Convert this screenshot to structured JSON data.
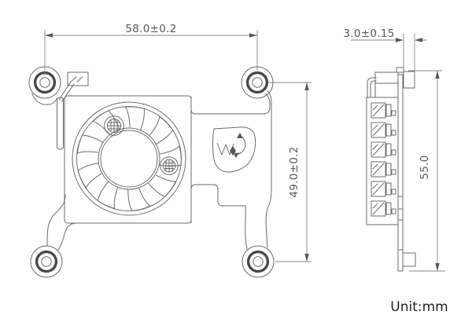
{
  "drawing": {
    "unit_label": "Unit:mm",
    "dimensions": {
      "overall_width": {
        "label": "58.0±0.2"
      },
      "overall_height": {
        "label": "49.0±0.2"
      },
      "plate_thickness": {
        "label": "3.0±0.15"
      },
      "side_height": {
        "label": "55.0"
      }
    },
    "icons": {
      "logo": "waveshare-leaf-logo",
      "screws": "phillips-screw-icon"
    },
    "colors": {
      "background": "#ffffff",
      "line": "#6a6c6e",
      "bold_line": "#474a4c",
      "dimension_line": "#85878a",
      "dimension_text": "#58595b",
      "unit_text": "#231f20"
    }
  }
}
